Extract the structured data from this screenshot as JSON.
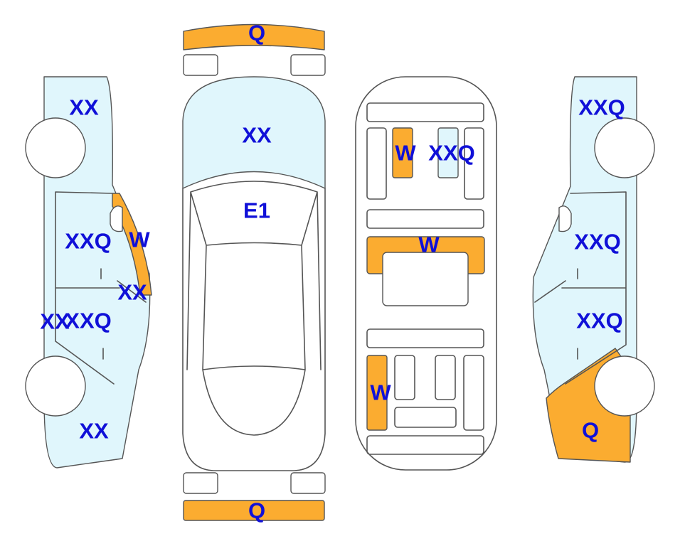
{
  "colors": {
    "light": "#e0f6fc",
    "damage": "#fbac30",
    "label": "#1010d8",
    "outline": "#555555",
    "background": "#ffffff"
  },
  "labels": {
    "front_bumper": "Q",
    "rear_bumper": "Q",
    "hood": "XX",
    "windshield": "E1",
    "roof_left_strip": "W",
    "roof_right_strip": "XXQ",
    "roof_middle": "W",
    "roof_rear_left": "W",
    "left_front_fender": "XX",
    "left_front_door": "XXQ",
    "left_a_pillar": "W",
    "left_mirror": "XX",
    "left_rocker": "XX",
    "left_rear_door": "XXQ",
    "left_rear_quarter": "XX",
    "right_front_fender": "XXQ",
    "right_front_door": "XXQ",
    "right_rear_door": "XXQ",
    "right_rear_quarter": "Q"
  }
}
